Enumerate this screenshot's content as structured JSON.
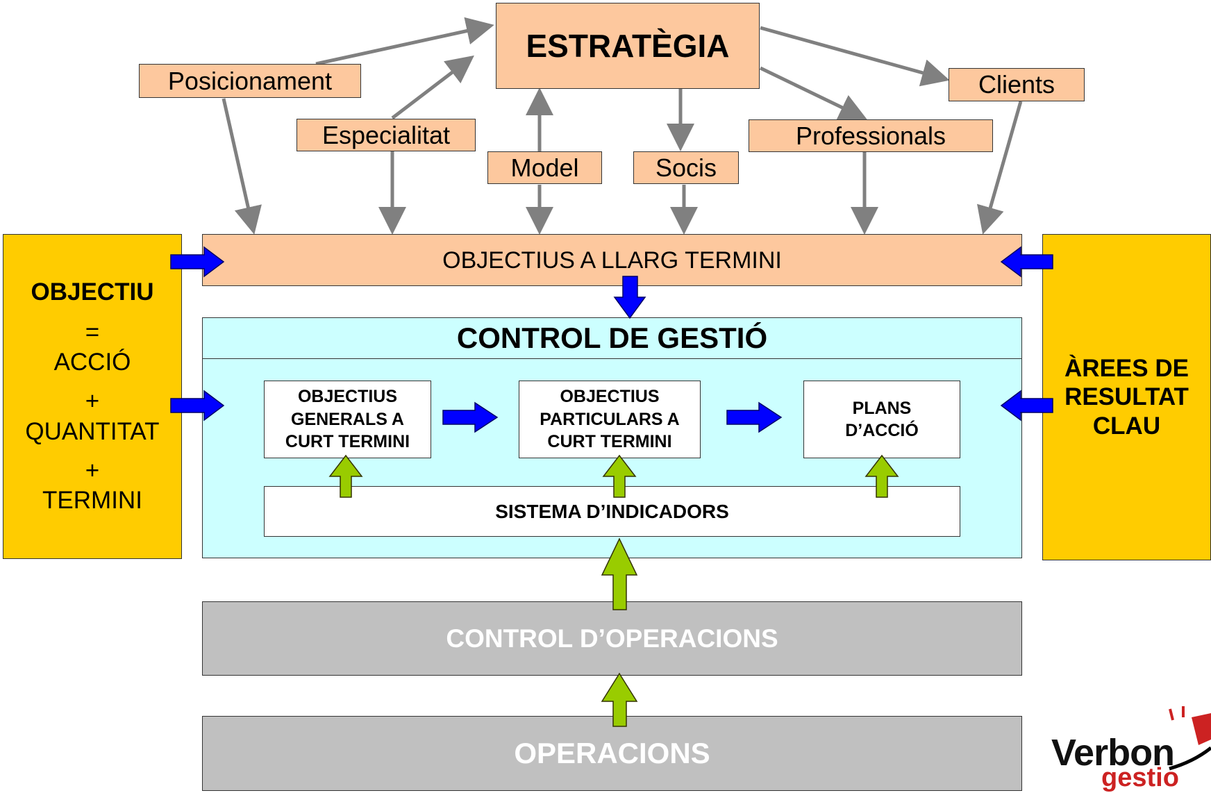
{
  "strategy": {
    "title": "ESTRATÈGIA"
  },
  "factors": {
    "posicionament": "Posicionament",
    "especialitat": "Especialitat",
    "model": "Model",
    "socis": "Socis",
    "professionals": "Professionals",
    "clients": "Clients"
  },
  "long_term": "OBJECTIUS A LLARG TERMINI",
  "left_panel": {
    "title": "OBJECTIU",
    "line1": "=",
    "line2": "ACCIÓ",
    "line3": "+",
    "line4": "QUANTITAT",
    "line5": "+",
    "line6": "TERMINI"
  },
  "right_panel": {
    "line1": "ÀREES DE",
    "line2": "RESULTAT",
    "line3": "CLAU"
  },
  "control": {
    "title": "CONTROL DE GESTIÓ",
    "box1": {
      "l1": "OBJECTIUS",
      "l2": "GENERALS A",
      "l3": "CURT TERMINI"
    },
    "box2": {
      "l1": "OBJECTIUS",
      "l2": "PARTICULARS A",
      "l3": "CURT TERMINI"
    },
    "box3": {
      "l1": "PLANS",
      "l2": "D’ACCIÓ"
    },
    "indicators": "SISTEMA D’INDICADORS"
  },
  "operations_control": "CONTROL D’OPERACIONS",
  "operations": "OPERACIONS",
  "logo": {
    "main": "Verbon",
    "sub": "gestio"
  },
  "colors": {
    "peach": "#fdc89e",
    "yellow": "#ffcc00",
    "cyan": "#ccffff",
    "grey": "#c0c0c0",
    "blue_arrow": "#0000ff",
    "green_arrow": "#99cc00",
    "grey_arrow": "#808080"
  }
}
